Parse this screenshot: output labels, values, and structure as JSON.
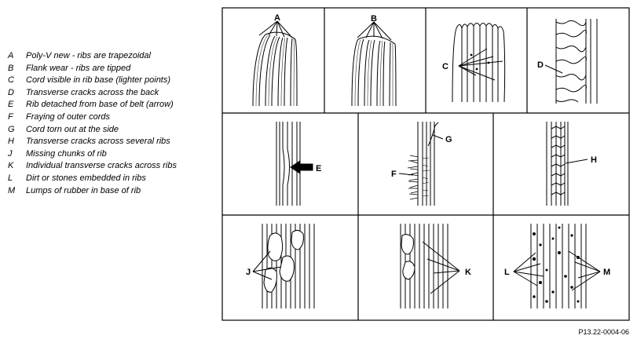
{
  "legend": [
    {
      "key": "A",
      "text": "Poly-V new - ribs are trapezoidal"
    },
    {
      "key": "B",
      "text": "Flank wear - ribs are tipped"
    },
    {
      "key": "C",
      "text": "Cord visible in rib base (lighter points)"
    },
    {
      "key": "D",
      "text": "Transverse cracks across the back"
    },
    {
      "key": "E",
      "text": "Rib detached from base of belt (arrow)"
    },
    {
      "key": "F",
      "text": "Fraying of outer cords"
    },
    {
      "key": "G",
      "text": "Cord torn out at the side"
    },
    {
      "key": "H",
      "text": "Transverse cracks across several ribs"
    },
    {
      "key": "J",
      "text": "Missing chunks of rib"
    },
    {
      "key": "K",
      "text": "Individual transverse cracks across ribs"
    },
    {
      "key": "L",
      "text": "Dirt or stones embedded in ribs"
    },
    {
      "key": "M",
      "text": "Lumps of rubber in base of rib"
    }
  ],
  "callouts": {
    "A": "A",
    "B": "B",
    "C": "C",
    "D": "D",
    "E": "E",
    "F": "F",
    "G": "G",
    "H": "H",
    "J": "J",
    "K": "K",
    "L": "L",
    "M": "M"
  },
  "figure_code": "P13.22-0004-06"
}
